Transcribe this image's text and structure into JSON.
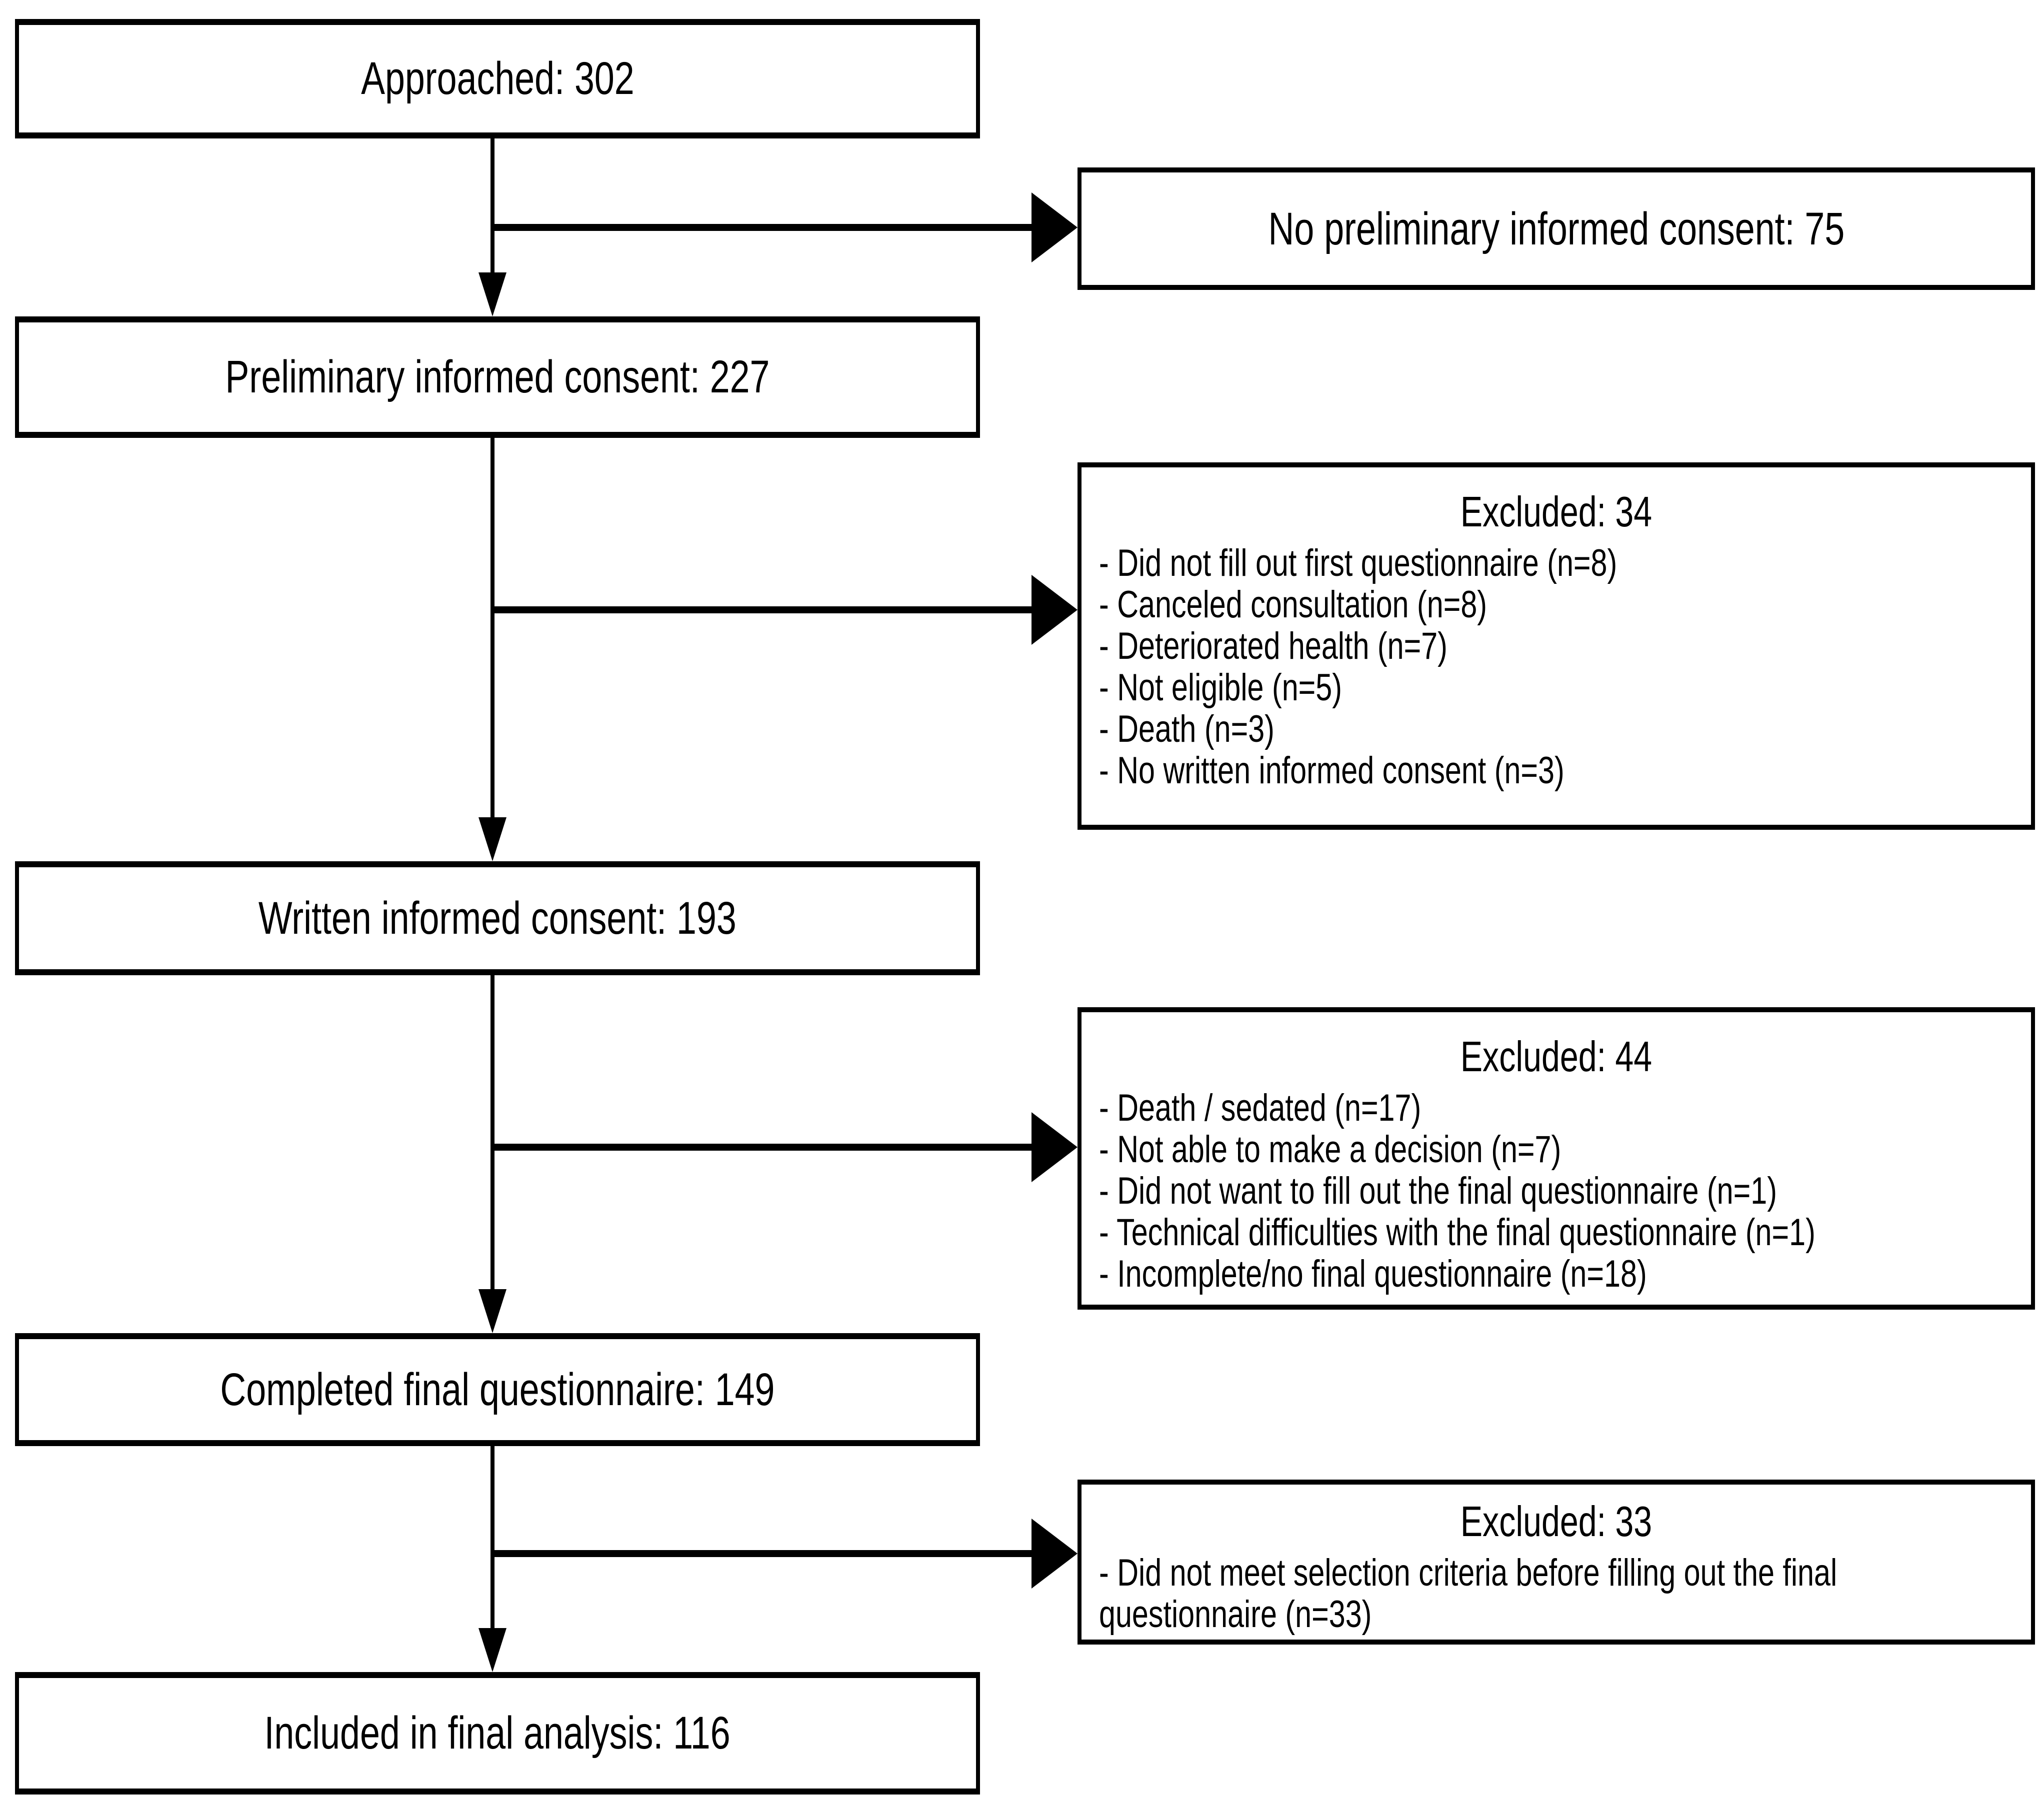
{
  "diagram": {
    "background_color": "#ffffff",
    "line_color": "#000000",
    "main_boxes": [
      {
        "label": "Approached: 302"
      },
      {
        "label": "Preliminary informed consent: 227"
      },
      {
        "label": "Written informed consent: 193"
      },
      {
        "label": "Completed final questionnaire: 149"
      },
      {
        "label": "Included in final analysis: 116"
      }
    ],
    "side_boxes": [
      {
        "title": "No preliminary informed consent: 75",
        "items": []
      },
      {
        "title": "Excluded: 34",
        "items": [
          "- Did not fill out first questionnaire (n=8)",
          "- Canceled consultation (n=8)",
          "- Deteriorated health (n=7)",
          "- Not eligible (n=5)",
          "- Death (n=3)",
          "- No written informed consent (n=3)"
        ]
      },
      {
        "title": "Excluded: 44",
        "items": [
          "- Death / sedated (n=17)",
          "- Not able to make a decision (n=7)",
          "- Did not want to fill out the final questionnaire (n=1)",
          "- Technical difficulties with the final questionnaire (n=1)",
          "- Incomplete/no final questionnaire (n=18)"
        ]
      },
      {
        "title": "Excluded: 33",
        "items": [
          "- Did not meet selection criteria before filling out the final\nquestionnaire (n=33)"
        ]
      }
    ]
  }
}
